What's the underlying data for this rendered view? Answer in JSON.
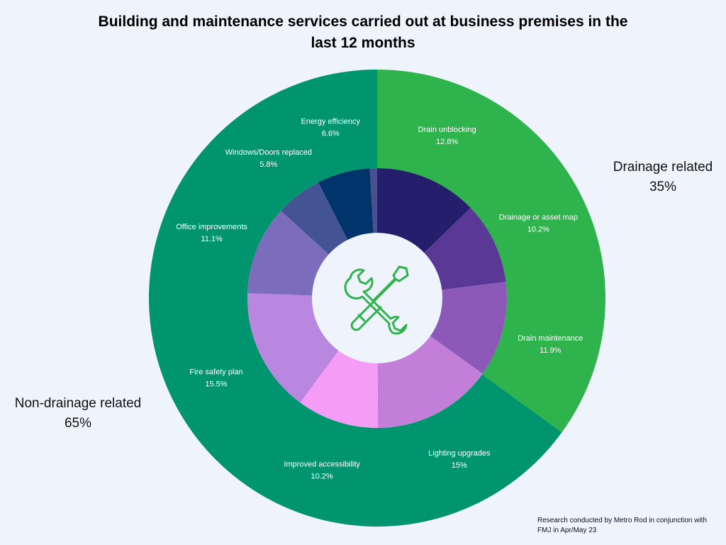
{
  "title_line1": "Building and maintenance services carried out at business premises in the",
  "title_line2": "last 12 months",
  "footnote_line1": "Research conducted by Metro Rod in conjunction with",
  "footnote_line2": "FMJ in Apr/May 23",
  "center_icon": "wrench-screwdriver-icon",
  "chart_data": {
    "type": "pie",
    "variant": "nested-donut",
    "outer": [
      {
        "label": "Drainage related",
        "value": 35,
        "display": "35%",
        "color": "#2fb34c"
      },
      {
        "label": "Non-drainage related",
        "value": 65,
        "display": "65%",
        "color": "#00956f"
      }
    ],
    "inner": [
      {
        "label": "Drain unblocking",
        "value": 12.8,
        "display": "12.8%",
        "color": "#251e6c"
      },
      {
        "label": "Drainage or asset map",
        "value": 10.2,
        "display": "10.2%",
        "color": "#5a3896"
      },
      {
        "label": "Drain maintenance",
        "value": 11.9,
        "display": "11.9%",
        "color": "#8c59b9"
      },
      {
        "label": "Lighting upgrades",
        "value": 15,
        "display": "15%",
        "color": "#c27ed9"
      },
      {
        "label": "Improved accessibility",
        "value": 10.2,
        "display": "10.2%",
        "color": "#f59cf6"
      },
      {
        "label": "Fire safety plan",
        "value": 15.5,
        "display": "15.5%",
        "color": "#b987df"
      },
      {
        "label": "Office improvements",
        "value": 11.1,
        "display": "11.1%",
        "color": "#7b6dbb"
      },
      {
        "label": "Windows/Doors replaced",
        "value": 5.8,
        "display": "5.8%",
        "color": "#435394"
      },
      {
        "label": "Energy efficiency",
        "value": 6.6,
        "display": "6.6%",
        "color": "#00346a"
      },
      {
        "label": "",
        "value": 0.9,
        "display": "",
        "color": "#4a4f90"
      }
    ]
  }
}
